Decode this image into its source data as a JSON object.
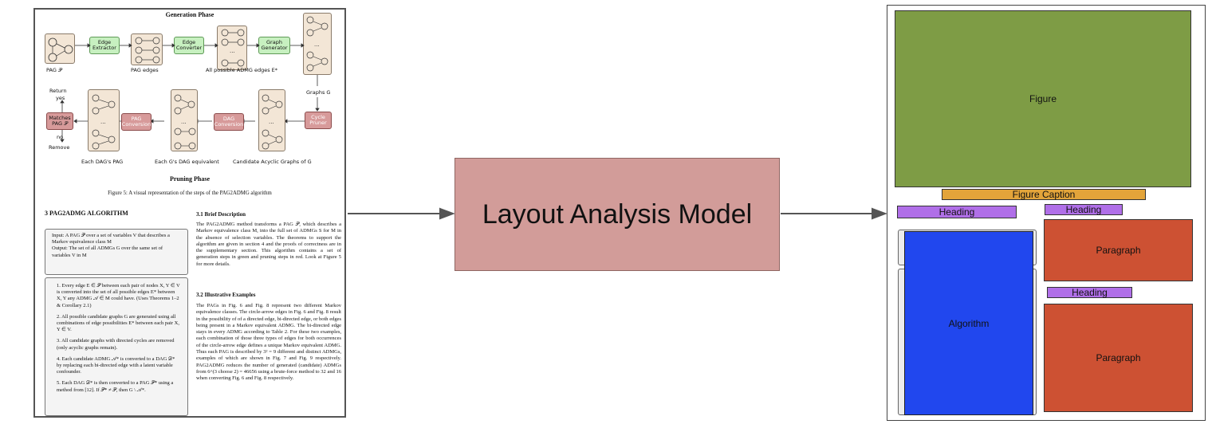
{
  "document": {
    "generation_phase_title": "Generation Phase",
    "pruning_phase_title": "Pruning Phase",
    "figure_caption": "Figure 5: A visual representation of the steps of the PAG2ADMG algorithm",
    "boxes": {
      "edge_extractor": "Edge Extractor",
      "edge_converter": "Edge Converter",
      "graph_generator": "Graph Generator",
      "cycle_pruner": "Cycle Pruner",
      "dag_conversion": "DAG Conversion",
      "pag_conversion": "PAG Conversion",
      "matches_pag": "Matches PAG 𝒫"
    },
    "labels": {
      "pag": "PAG 𝒫",
      "pag_edges": "PAG edges",
      "all_admg_edges": "All possible ADMG edges E*",
      "graphs_g": "Graphs G",
      "candidate_acyclic": "Candidate Acyclic Graphs of G",
      "each_g_dag": "Each G's DAG equivalent",
      "each_dag_pag": "Each DAG's PAG",
      "return": "Return",
      "yes": "yes",
      "no": "no",
      "remove": "Remove",
      "ellipsis": "..."
    },
    "section3_heading": "3 PAG2ADMG ALGORITHM",
    "algorithm": {
      "input": "Input: A PAG 𝒫 over a set of variables V that describes a Markov equivalence class M",
      "output": "Output: The set of all ADMGs G over the same set of variables V in M",
      "steps": [
        "1. Every edge E ∈ 𝒫 between each pair of nodes X, Y ∈ V is converted into the set of all possible edges E* between X, Y any ADMG 𝒜 ∈ M could have. (Uses Theorems 1–2 & Corollary 2.1)",
        "2. All possible candidate graphs G are generated using all combinations of edge possibilities E* between each pair X, Y ∈ V.",
        "3. All candidate graphs with directed cycles are removed (only acyclic graphs remain).",
        "4. Each candidate ADMG 𝒜* is converted to a DAG 𝒟* by replacing each bi-directed edge with a latent variable confounder.",
        "5. Each DAG 𝒟* is then converted to a PAG 𝒫* using a method from [12]. If 𝒫* ≠ 𝒫, then G \\ 𝒜*."
      ]
    },
    "section31": {
      "heading": "3.1 Brief Description",
      "text": "The PAG2ADMG method transforms a PAG 𝒫, which describes a Markov equivalence class M, into the full set of ADMGs S for M in the absence of selection variables. The theorems to support the algorithm are given in section 4 and the proofs of correctness are in the supplementary section. This algorithm contains a set of generation steps in green and pruning steps in red. Look at Figure 5 for more details."
    },
    "section32": {
      "heading": "3.2 Illustrative Examples",
      "text": "The PAGs in Fig. 6 and Fig. 8 represent two different Markov equivalence classes. The circle-arrow edges in Fig. 6 and Fig. 8 result in the possibility of of a directed edge, bi-directed edge, or both edges being present in a Markov equivalent ADMG. The bi-directed edge stays in every ADMG according to Table 2. For these two examples, each combination of those three types of edges for both occurrences of the circle-arrow edge defines a unique Markov equivalent ADMG. Thus each PAG is described by 3² = 9 different and distinct ADMGs, examples of which are shown in Fig. 7 and Fig. 9 respectively. PAG2ADMG reduces the number of generated (candidate) ADMGs from 6^(3 choose 2) = 46656 using a brute-force method to 32 and 16 when converting Fig. 6 and Fig. 8 respectively."
    }
  },
  "model": {
    "label": "Layout Analysis Model"
  },
  "layout_boxes": {
    "figure": "Figure",
    "figure_caption": "Figure Caption",
    "heading_left": "Heading",
    "heading_right_top": "Heading",
    "paragraph_top": "Paragraph",
    "heading_right_mid": "Heading",
    "algorithm": "Algorithm",
    "paragraph_bottom": "Paragraph"
  },
  "colors": {
    "figure": "#7e9c45",
    "caption": "#e3a43a",
    "heading": "#b06fe8",
    "paragraph": "#cd5133",
    "algorithm": "#2147ee",
    "model": "#d29c99",
    "green_step": "#c7f0c0",
    "red_step": "#d79a9a"
  }
}
